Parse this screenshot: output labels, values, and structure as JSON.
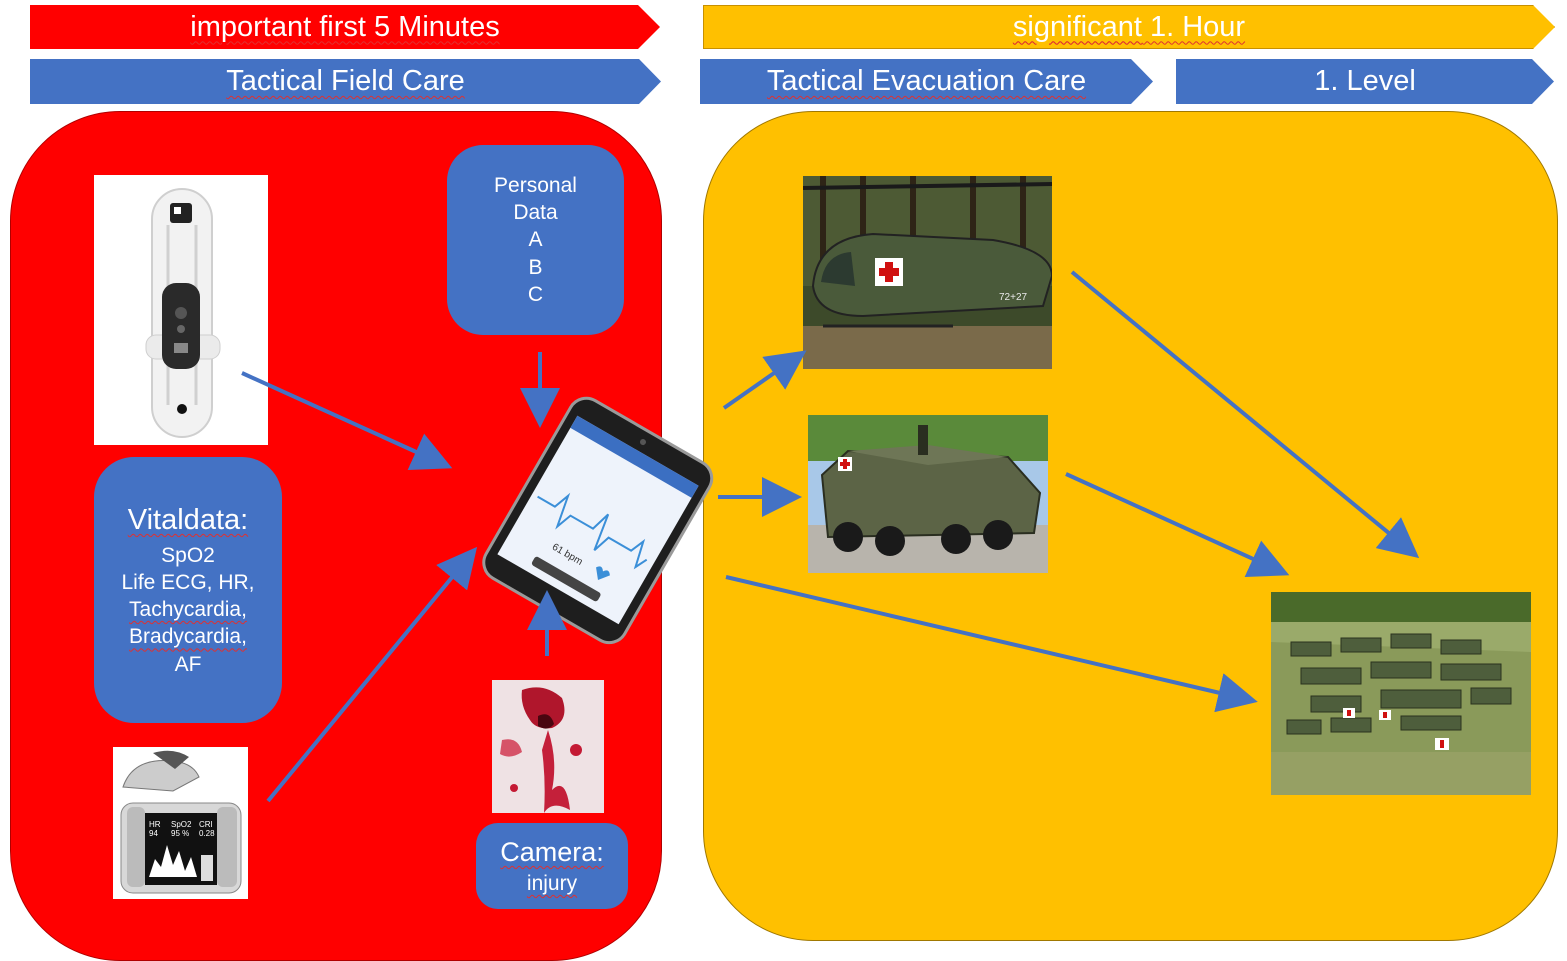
{
  "phases": {
    "first_minutes": "important first 5 Minutes",
    "first_hour_word": "significant",
    "first_hour_rest": " 1. Hour"
  },
  "stages": {
    "field_care": "Tactical Field Care",
    "evac_care": "Tactical Evacuation Care",
    "level": "1. Level"
  },
  "personal_data": {
    "lines": [
      "Personal",
      "Data",
      "A",
      "B",
      "C"
    ]
  },
  "vitaldata": {
    "heading": "Vitaldata:",
    "lines": [
      "SpO2",
      "Life ECG, HR,",
      "Tachycardia,",
      "Bradycardia,",
      "AF"
    ]
  },
  "camera": {
    "heading": "Camera:",
    "label": "injury"
  },
  "oximeter_screen": {
    "hr_label": "HR",
    "hr_value": "94",
    "spo2_label": "SpO2",
    "spo2_value": "95 %",
    "cri_label": "CRI",
    "cri_value": "0.28"
  },
  "phone_screen": {
    "bpm": "61 bpm"
  },
  "vehicle_marks": {
    "helicopter_number": "72+27"
  },
  "colors": {
    "red": "#ff0000",
    "amber": "#ffc000",
    "blue": "#4472c4"
  }
}
